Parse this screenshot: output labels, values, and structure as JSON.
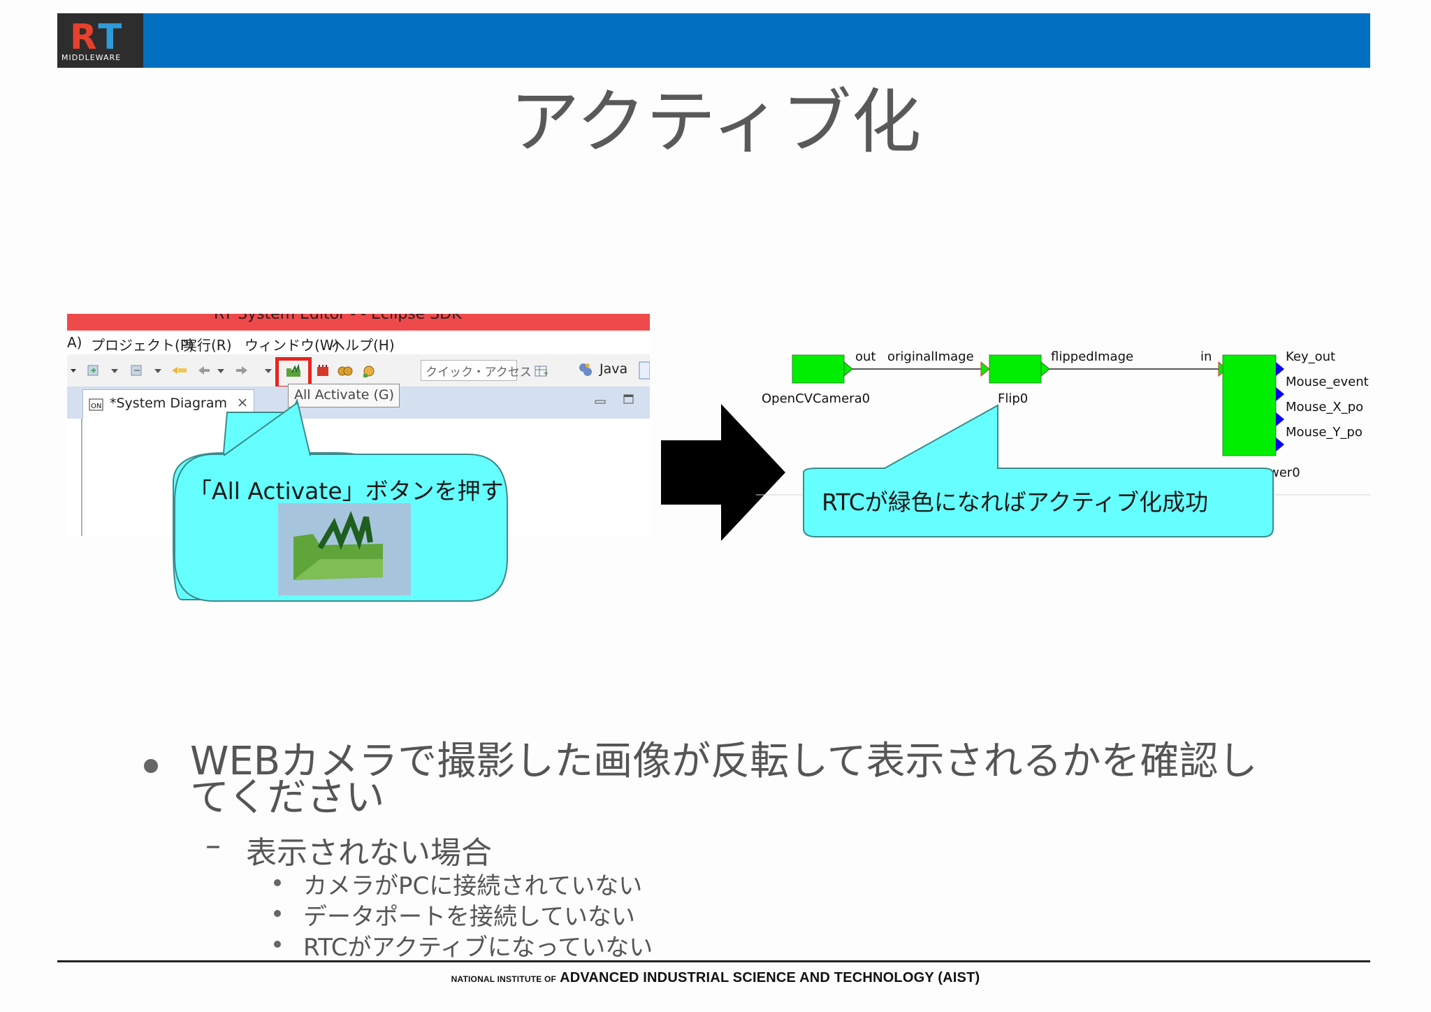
{
  "header": {
    "logo_text": "RT",
    "logo_sub": "MIDDLEWARE"
  },
  "title": "アクティブ化",
  "eclipse": {
    "window_title": "RT System Editor - - Eclipse SDK",
    "menu": [
      "A)",
      "プロジェクト(P)",
      "実行(R)",
      "ウィンドウ(W)",
      "ヘルプ(H)"
    ],
    "quick_access_placeholder": "クイック・アクセス",
    "perspective_label": "Java",
    "tab_label": "*System Diagram",
    "tooltip": "All Activate (G)"
  },
  "callout_left": {
    "text": "「All Activate」ボタンを押す"
  },
  "callout_right": {
    "text": "RTCが緑色になればアクティブ化成功"
  },
  "diagram": {
    "components": [
      {
        "name": "OpenCVCamera0",
        "color": "#00ee00"
      },
      {
        "name": "Flip0",
        "color": "#00ee00"
      },
      {
        "name": "wer0",
        "color": "#00ee00"
      }
    ],
    "ports": {
      "camera_out": "out",
      "flip_in": "originalImage",
      "flip_out": "flippedImage",
      "viewer_in": "in",
      "viewer_outs": [
        "Key_out",
        "Mouse_event",
        "Mouse_X_po",
        "Mouse_Y_po"
      ]
    }
  },
  "bullets": {
    "main_line1": "WEBカメラで撮影した画像が反転して表示されるかを確認し",
    "main_line2": "てください",
    "sub": "表示されない場合",
    "sub_items": [
      "カメラがPCに接続されていない",
      "データポートを接続していない",
      "RTCがアクティブになっていない"
    ]
  },
  "footer": {
    "small": "NATIONAL INSTITUTE OF",
    "big": "ADVANCED INDUSTRIAL SCIENCE AND TECHNOLOGY (AIST)"
  },
  "colors": {
    "header_blue": "#0270c1",
    "callout_cyan": "#66ffff",
    "rtc_active_green": "#00ee00",
    "highlight_red": "#e6251f"
  }
}
